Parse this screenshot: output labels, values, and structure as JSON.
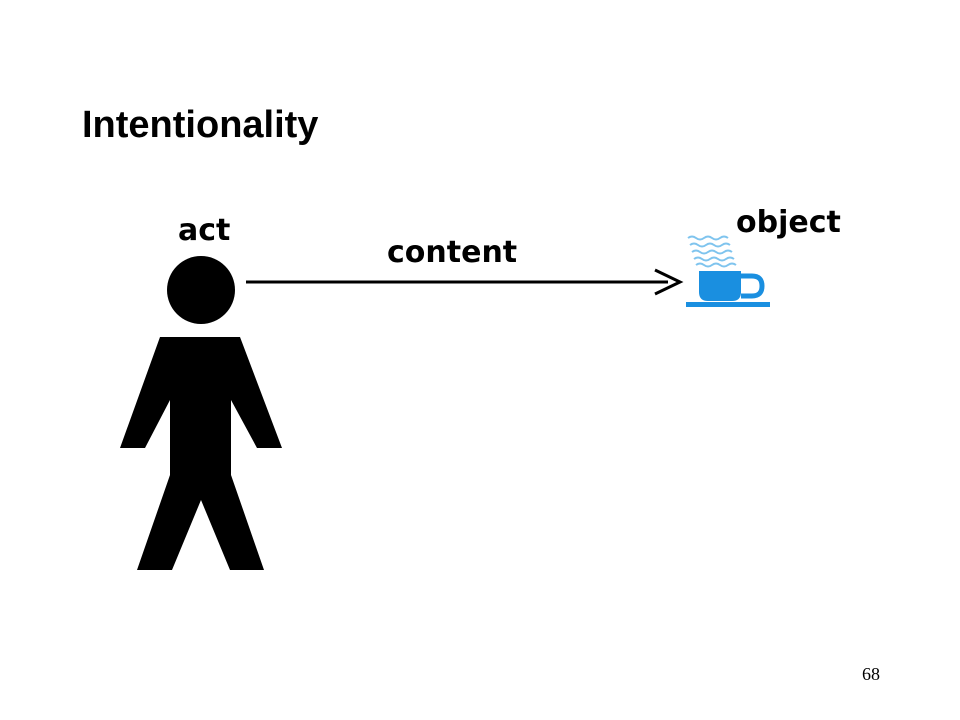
{
  "slide": {
    "title": "Intentionality",
    "page_number": "68"
  },
  "diagram": {
    "act_label": "act",
    "content_label": "content",
    "object_label": "object",
    "figure_icon": "stick-figure-person-icon",
    "object_icon": "steaming-coffee-cup-icon",
    "colors": {
      "figure": "#000000",
      "arrow": "#000000",
      "cup": "#1a8fe0"
    }
  }
}
